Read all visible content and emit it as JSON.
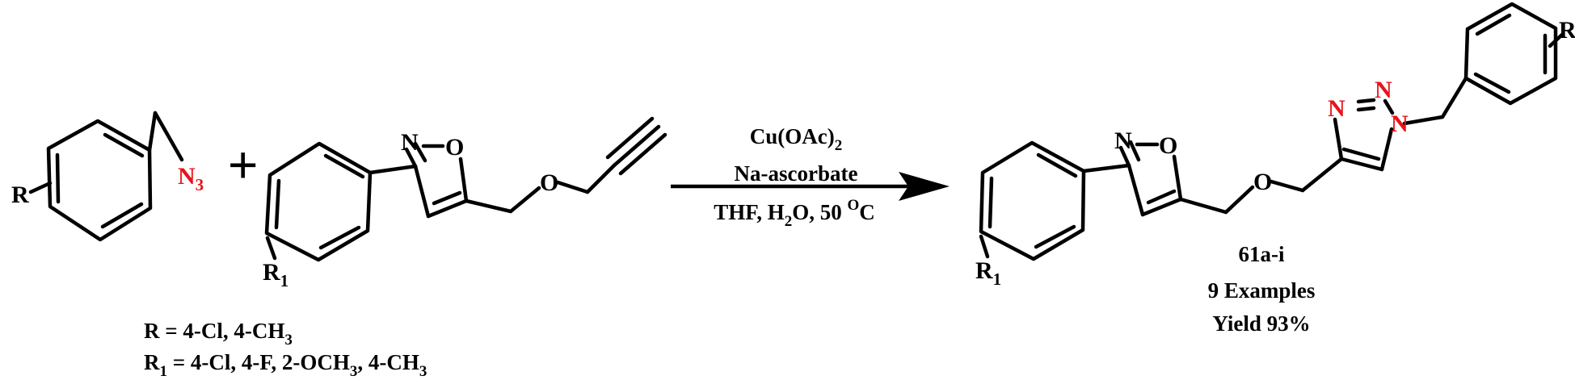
{
  "reactant1": {
    "substituent": "R",
    "azide_letter": "N",
    "azide_count": "3"
  },
  "plus_sign": "+",
  "reactant2": {
    "isoxazole_n": "N",
    "isoxazole_o": "O",
    "ether_o": "O",
    "substituent": "R",
    "substituent_sub": "1"
  },
  "conditions": {
    "catalyst_main": "Cu(OAc)",
    "catalyst_sub": "2",
    "reductant": "Na-ascorbate",
    "solvent_a": "THF, H",
    "solvent_sub": "2",
    "solvent_b": "O, 50 ",
    "temp_sup": "O",
    "temp_unit": "C"
  },
  "product": {
    "isoxazole_n": "N",
    "isoxazole_o": "O",
    "ether_o": "O",
    "triazole_n1": "N",
    "triazole_n2": "N",
    "triazole_n3": "N",
    "substituent_r": "R",
    "substituent_r1": "R",
    "substituent_r1_sub": "1",
    "compound_id": "61a-i",
    "examples": "9 Examples",
    "yield": "Yield 93%"
  },
  "substituents": {
    "r_label": "R = 4-Cl,  4-CH",
    "r_label_sub": "3",
    "r1_label_a": "R",
    "r1_label_a_sub": "1",
    "r1_label_b": " = 4-Cl, 4-F, 2-OCH",
    "r1_label_b_sub": "3",
    "r1_label_c": ", 4-CH",
    "r1_label_c_sub": "3"
  },
  "colors": {
    "bond": "#000000",
    "nitrogen_highlight": "#e8141b"
  }
}
